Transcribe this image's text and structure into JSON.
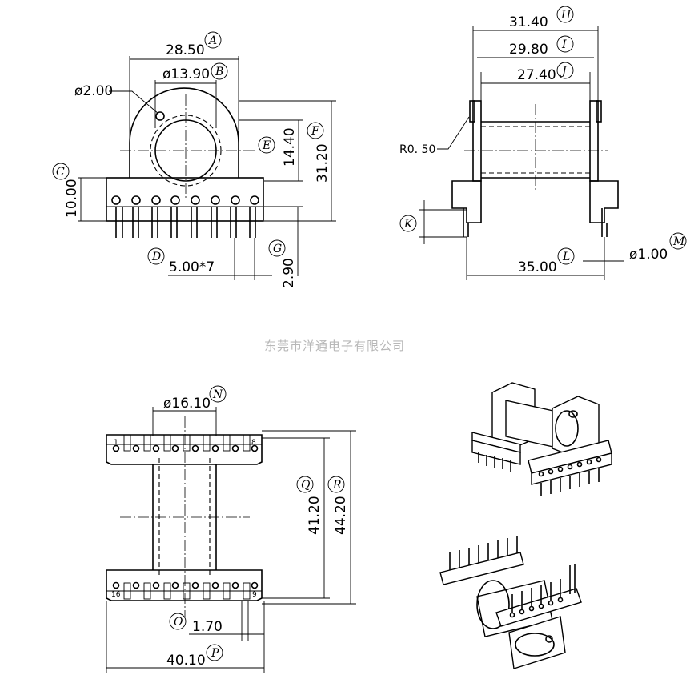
{
  "watermark": "东莞市洋通电子有限公司",
  "front_view": {
    "dim_A": "28.50",
    "label_A": "A",
    "dim_B": "ø13.90",
    "label_B": "B",
    "dim_hole": "ø2.00",
    "label_C": "C",
    "dim_C": "10.00",
    "dim_E": "14.40",
    "label_E": "E",
    "dim_F": "31.20",
    "label_F": "F",
    "label_D": "D",
    "dim_D": "5.00*7",
    "label_G": "G",
    "dim_G": "2.90"
  },
  "side_view": {
    "dim_H": "31.40",
    "label_H": "H",
    "dim_I": "29.80",
    "label_I": "I",
    "dim_J": "27.40",
    "label_J": "J",
    "dim_R": "R0. 50",
    "label_K": "K",
    "dim_L": "35.00",
    "label_L": "L",
    "dim_M": "ø1.00",
    "label_M": "M"
  },
  "bottom_view": {
    "dim_N": "ø16.10",
    "label_N": "N",
    "pin_1": "1",
    "pin_8": "8",
    "pin_16": "16",
    "pin_9": "9",
    "dim_Q": "41.20",
    "label_Q": "Q",
    "dim_R": "44.20",
    "label_R": "R",
    "label_O": "O",
    "dim_O": "1.70",
    "dim_P": "40.10",
    "label_P": "P"
  },
  "iso_views": {
    "top_iso": "isometric-view-top",
    "bottom_iso": "isometric-view-bottom"
  }
}
